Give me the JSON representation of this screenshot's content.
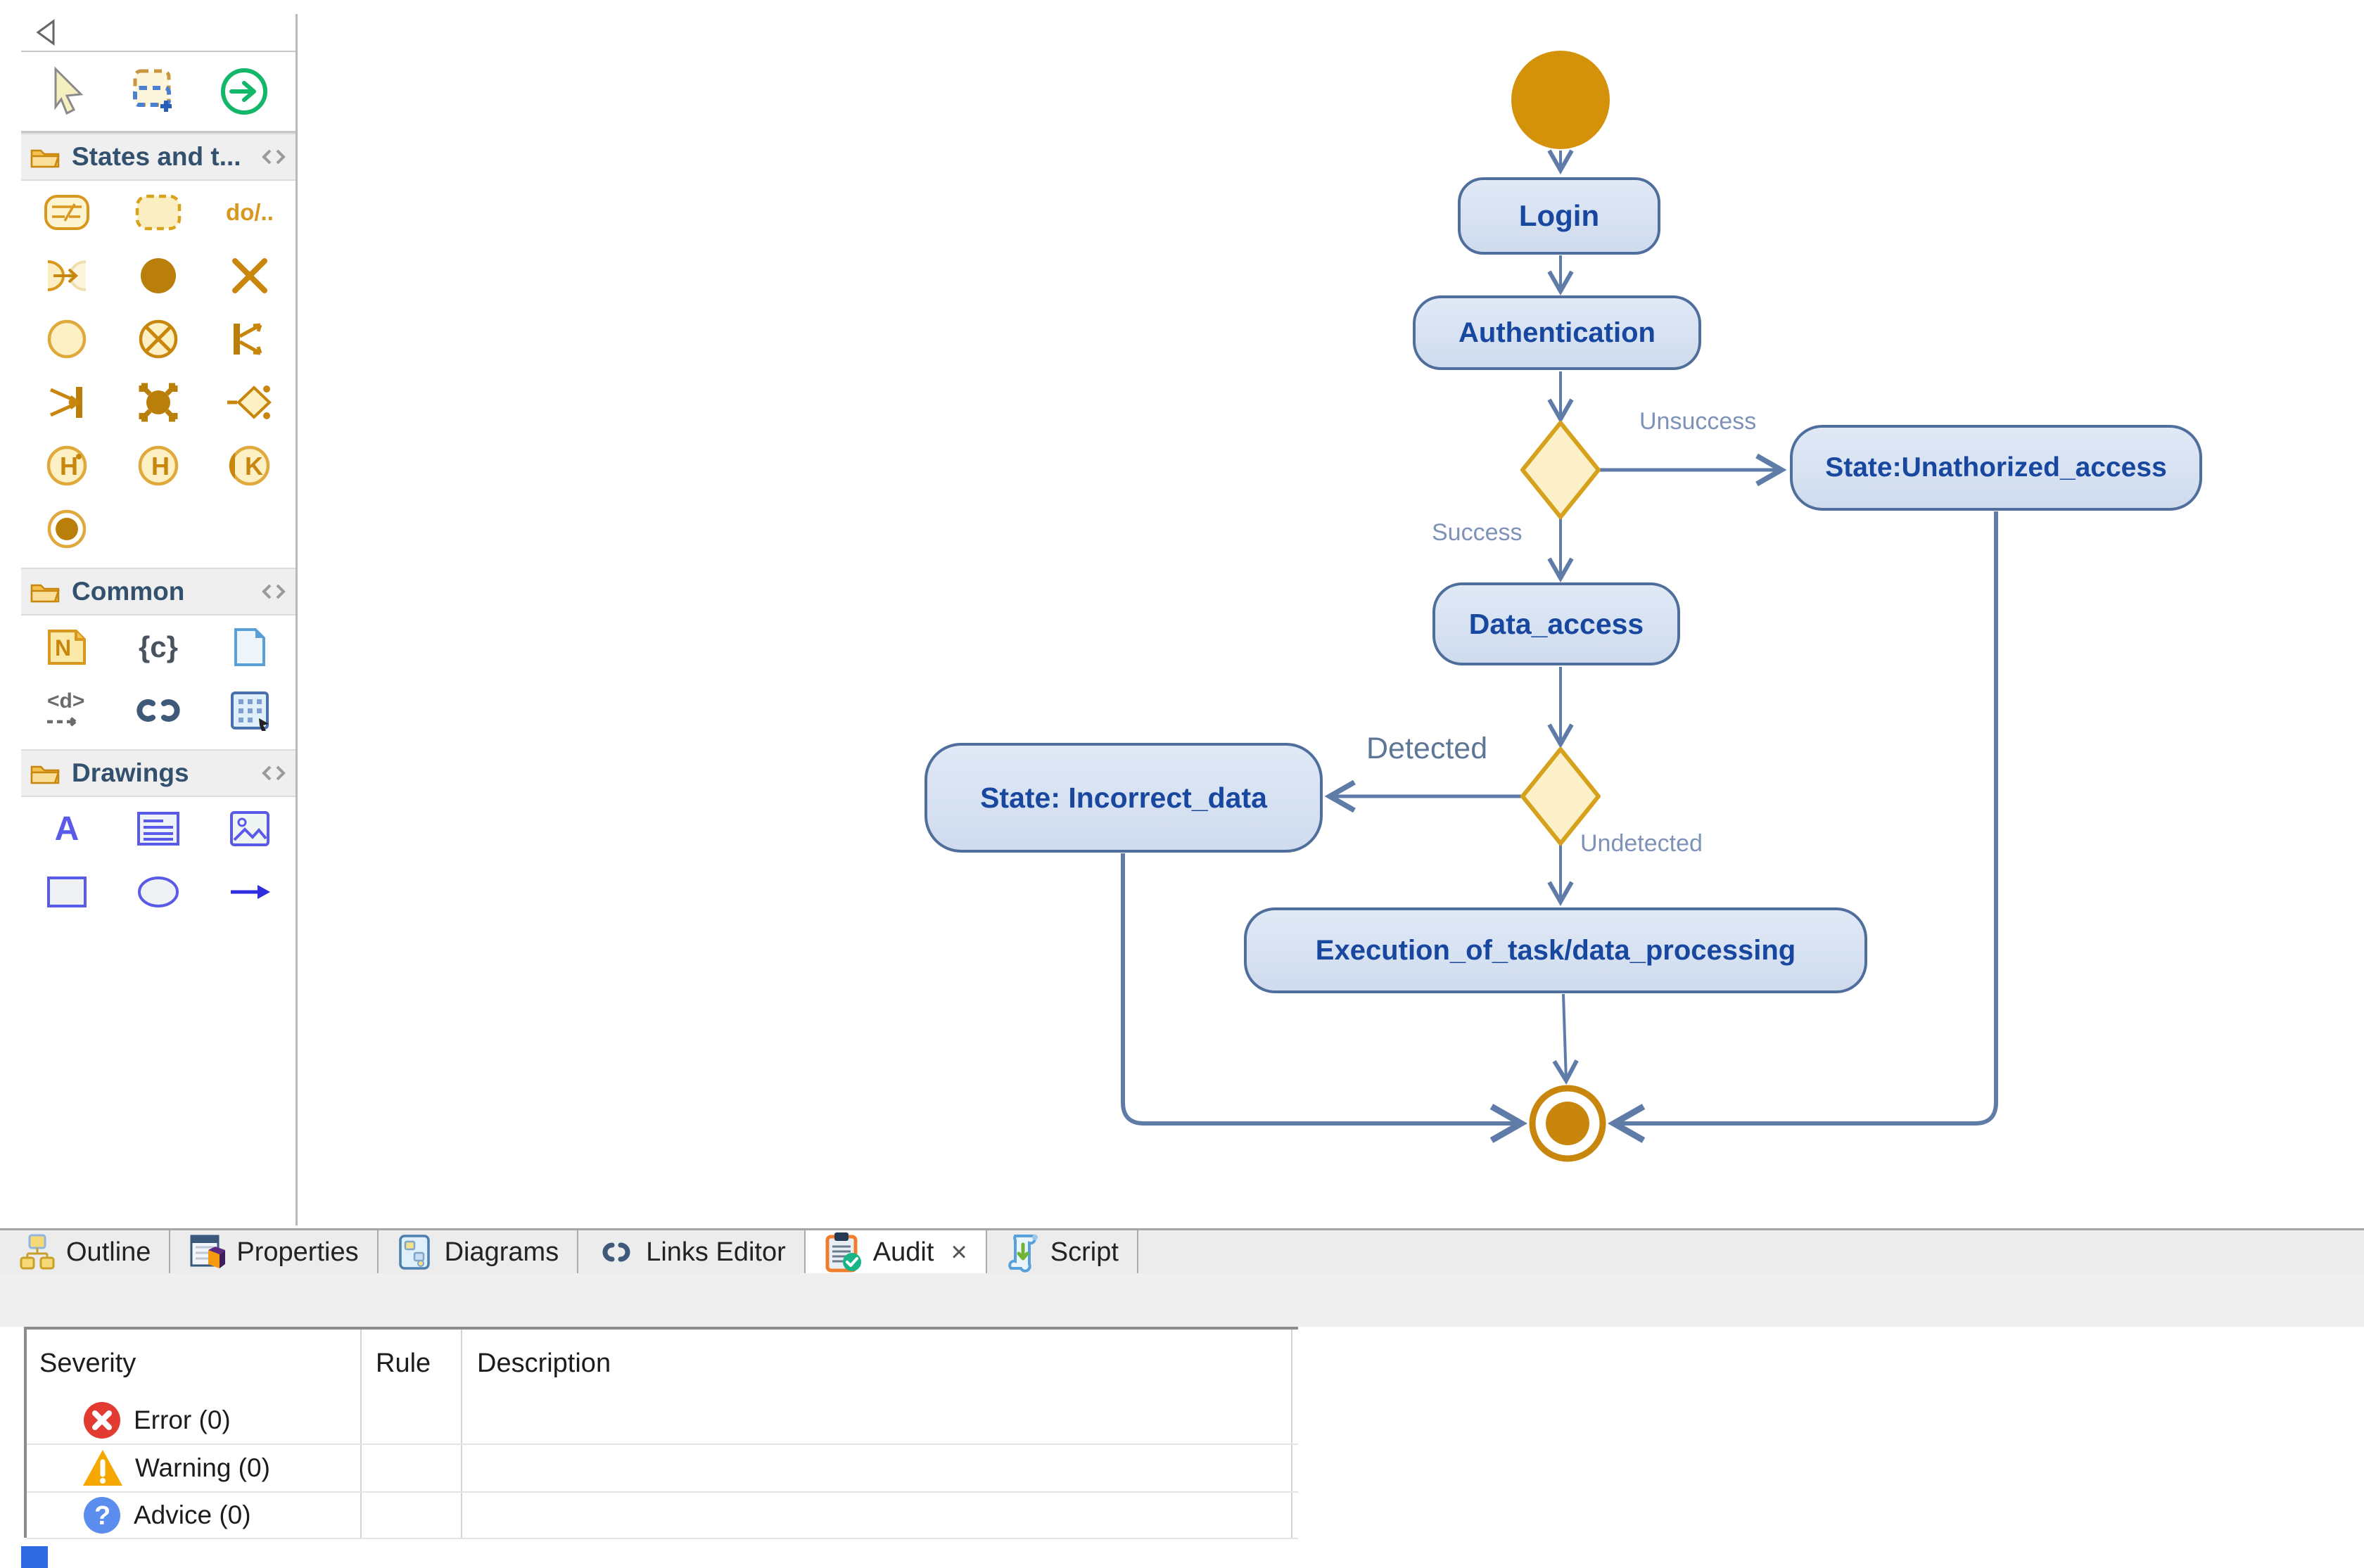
{
  "palette": {
    "sections": [
      {
        "title": "States and t..."
      },
      {
        "title": "Common"
      },
      {
        "title": "Drawings"
      }
    ],
    "glyphs": {
      "do_activity": "do/..",
      "deep_history": "H",
      "deep_history_star": "*",
      "shallow_history": "H",
      "entry_point": "K",
      "note": "N",
      "constraint": "{c}",
      "dependency": "<d>",
      "text_tool": "A"
    }
  },
  "diagram": {
    "nodes": {
      "login": "Login",
      "authentication": "Authentication",
      "unauthorized": "State:Unathorized_access",
      "data_access": "Data_access",
      "incorrect_data": "State: Incorrect_data",
      "execution": "Execution_of_task/data_processing"
    },
    "labels": {
      "unsuccess": "Unsuccess",
      "success": "Success",
      "detected": "Detected",
      "undetected": "Undetected"
    },
    "colors": {
      "state_fill": "#d6e0f0",
      "state_border": "#4f6e9c",
      "state_text": "#17479e",
      "node_orange": "#c8860d",
      "diamond_fill": "#fcf0c8",
      "diamond_border": "#d6a11c",
      "edge": "#5f7ca8"
    }
  },
  "tabs": [
    {
      "label": "Outline"
    },
    {
      "label": "Properties"
    },
    {
      "label": "Diagrams"
    },
    {
      "label": "Links Editor"
    },
    {
      "label": "Audit",
      "close": "×"
    },
    {
      "label": "Script"
    }
  ],
  "audit_table": {
    "columns": [
      "Severity",
      "Rule",
      "Description"
    ],
    "rows": [
      {
        "severity": "Error (0)"
      },
      {
        "severity": "Warning (0)"
      },
      {
        "severity": "Advice (0)"
      }
    ]
  }
}
